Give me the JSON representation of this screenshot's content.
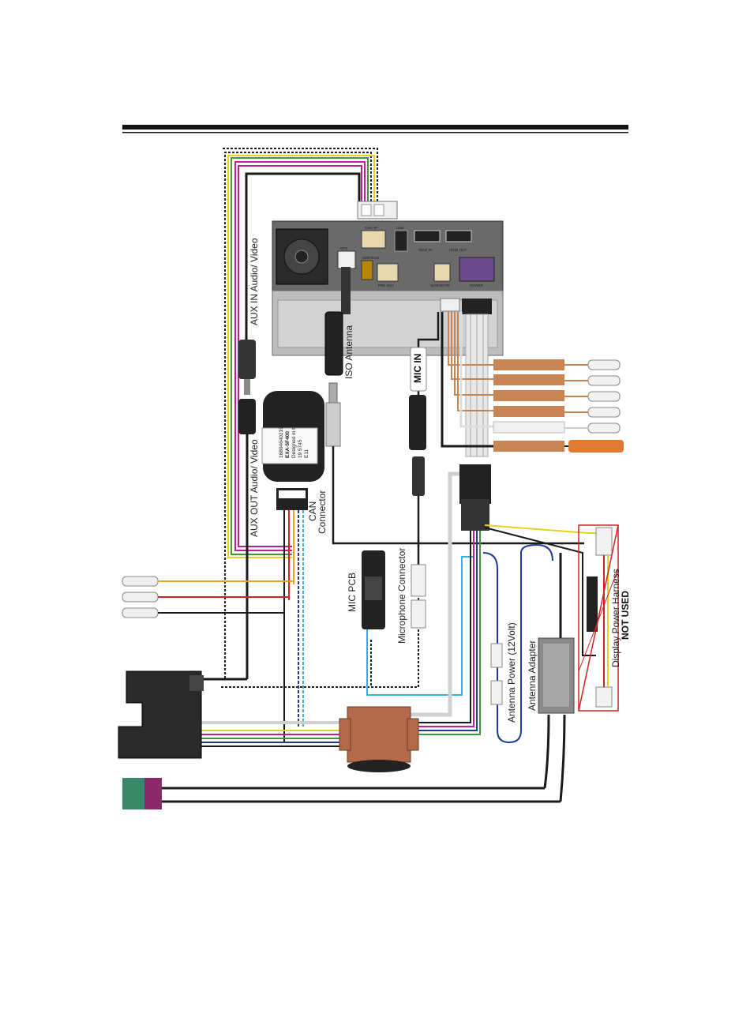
{
  "labels": {
    "aux_in": "AUX IN Audio/ Video",
    "aux_out": "AUX OUT Audio/ Video",
    "iso_antenna": "ISO Antenna",
    "mic_in": "MIC IN",
    "can_connector_line1": "CAN",
    "can_connector_line2": "Connector",
    "mic_pcb": "MIC PCB",
    "microphone_connector": "Microphone Connector",
    "antenna_power": "Antenna Power (12Volt)",
    "antenna_adapter": "Antenna Adapter",
    "display_power_harness": "Display Power Harness",
    "not_used": "NOT USED"
  },
  "head_unit": {
    "port_can_ip": "CAN I/P",
    "port_usb": "USB",
    "port_gps": "GPS",
    "port_hdmi_in": "HDMI IN",
    "port_hdmi_out": "HDMI OUT",
    "port_swc": "SWR/DAB",
    "port_pre_out": "PRE OUT",
    "port_w_remote": "W.REMOTE",
    "port_power": "POWER"
  },
  "can_box": {
    "line1": "16804640219",
    "line2": "EXA-5F400",
    "line3": "Designed in the UK",
    "line4": "19 5745",
    "line5": "E11"
  },
  "colors": {
    "wire_black": "#1a1a1a",
    "wire_red": "#d42020",
    "wire_orange": "#f0a020",
    "wire_magenta": "#c0208f",
    "wire_yellow": "#e8d020",
    "wire_blue": "#1e3c9c",
    "wire_cyan": "#3aaee0",
    "wire_green": "#3a9a3a",
    "copper": "#c98454",
    "not_used_border": "#d42020"
  }
}
